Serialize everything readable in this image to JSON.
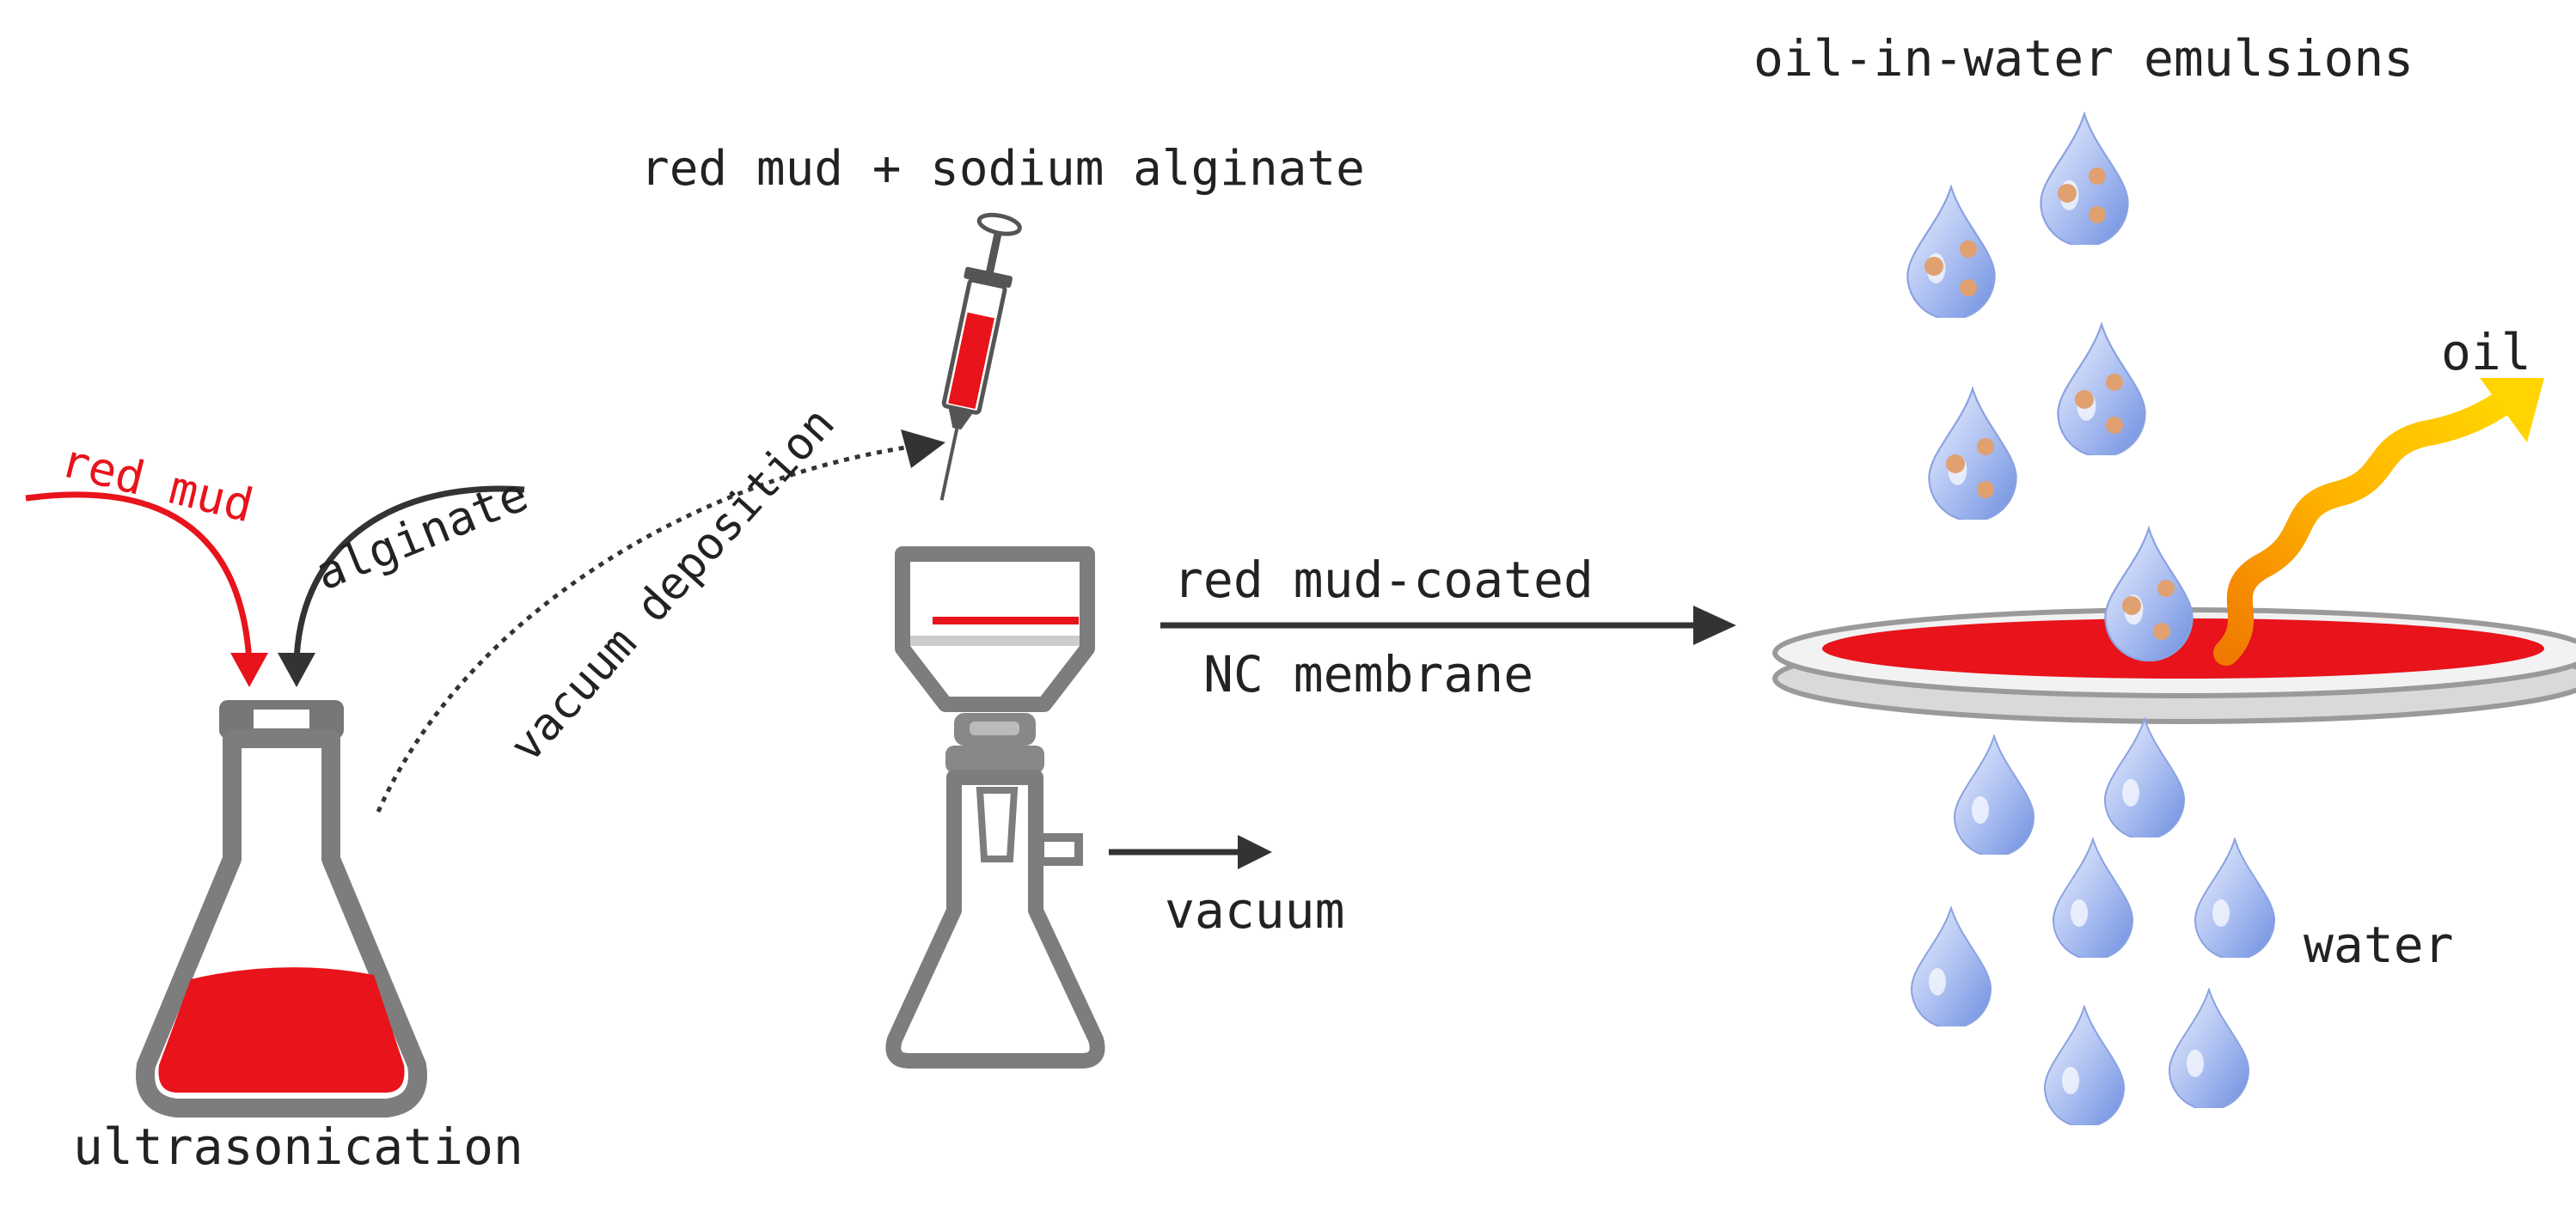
{
  "labels": {
    "red_mud": "red mud",
    "alginate": "alginate",
    "vacuum_deposition": "vacuum deposition",
    "syringe_contents": "red mud + sodium alginate",
    "ultrasonication": "ultrasonication",
    "membrane_line1": "red mud-coated",
    "membrane_line2": "NC membrane",
    "vacuum": "vacuum",
    "emulsions": "oil-in-water emulsions",
    "oil": "oil",
    "water": "water"
  },
  "colors": {
    "red": "#e8131b",
    "gray": "#7d7d7d",
    "dark": "#333333",
    "drop_blue": "#8fa8e8",
    "oil_dot": "#e0a070",
    "oil_arrow": "#f7a800"
  },
  "icons": [
    "flask-icon",
    "syringe-icon",
    "filter-funnel-icon",
    "membrane-disc-icon",
    "water-drop-icon",
    "oil-arrow-icon"
  ]
}
